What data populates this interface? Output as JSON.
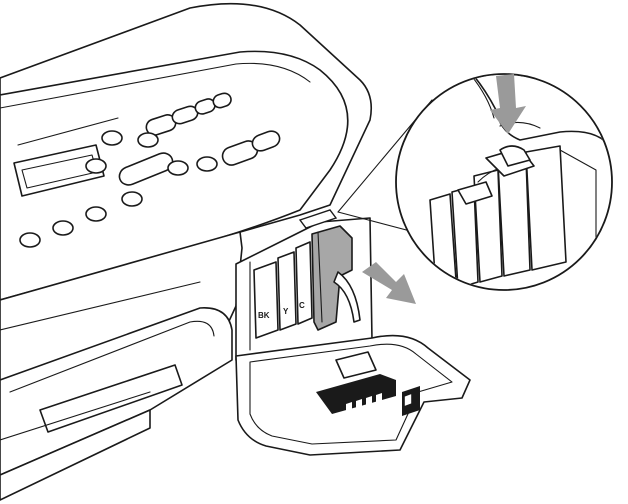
{
  "cartridge_labels": {
    "black": "BK",
    "yellow": "Y",
    "cyan": "C"
  },
  "colors": {
    "line": "#1a1a1a",
    "highlight_cartridge": "#a7a7a7",
    "arrow": "#9a9a9a",
    "background": "#ffffff"
  },
  "icons": {
    "press_arrow": "arrow-down-icon",
    "pull_arrow": "arrow-right-icon"
  }
}
